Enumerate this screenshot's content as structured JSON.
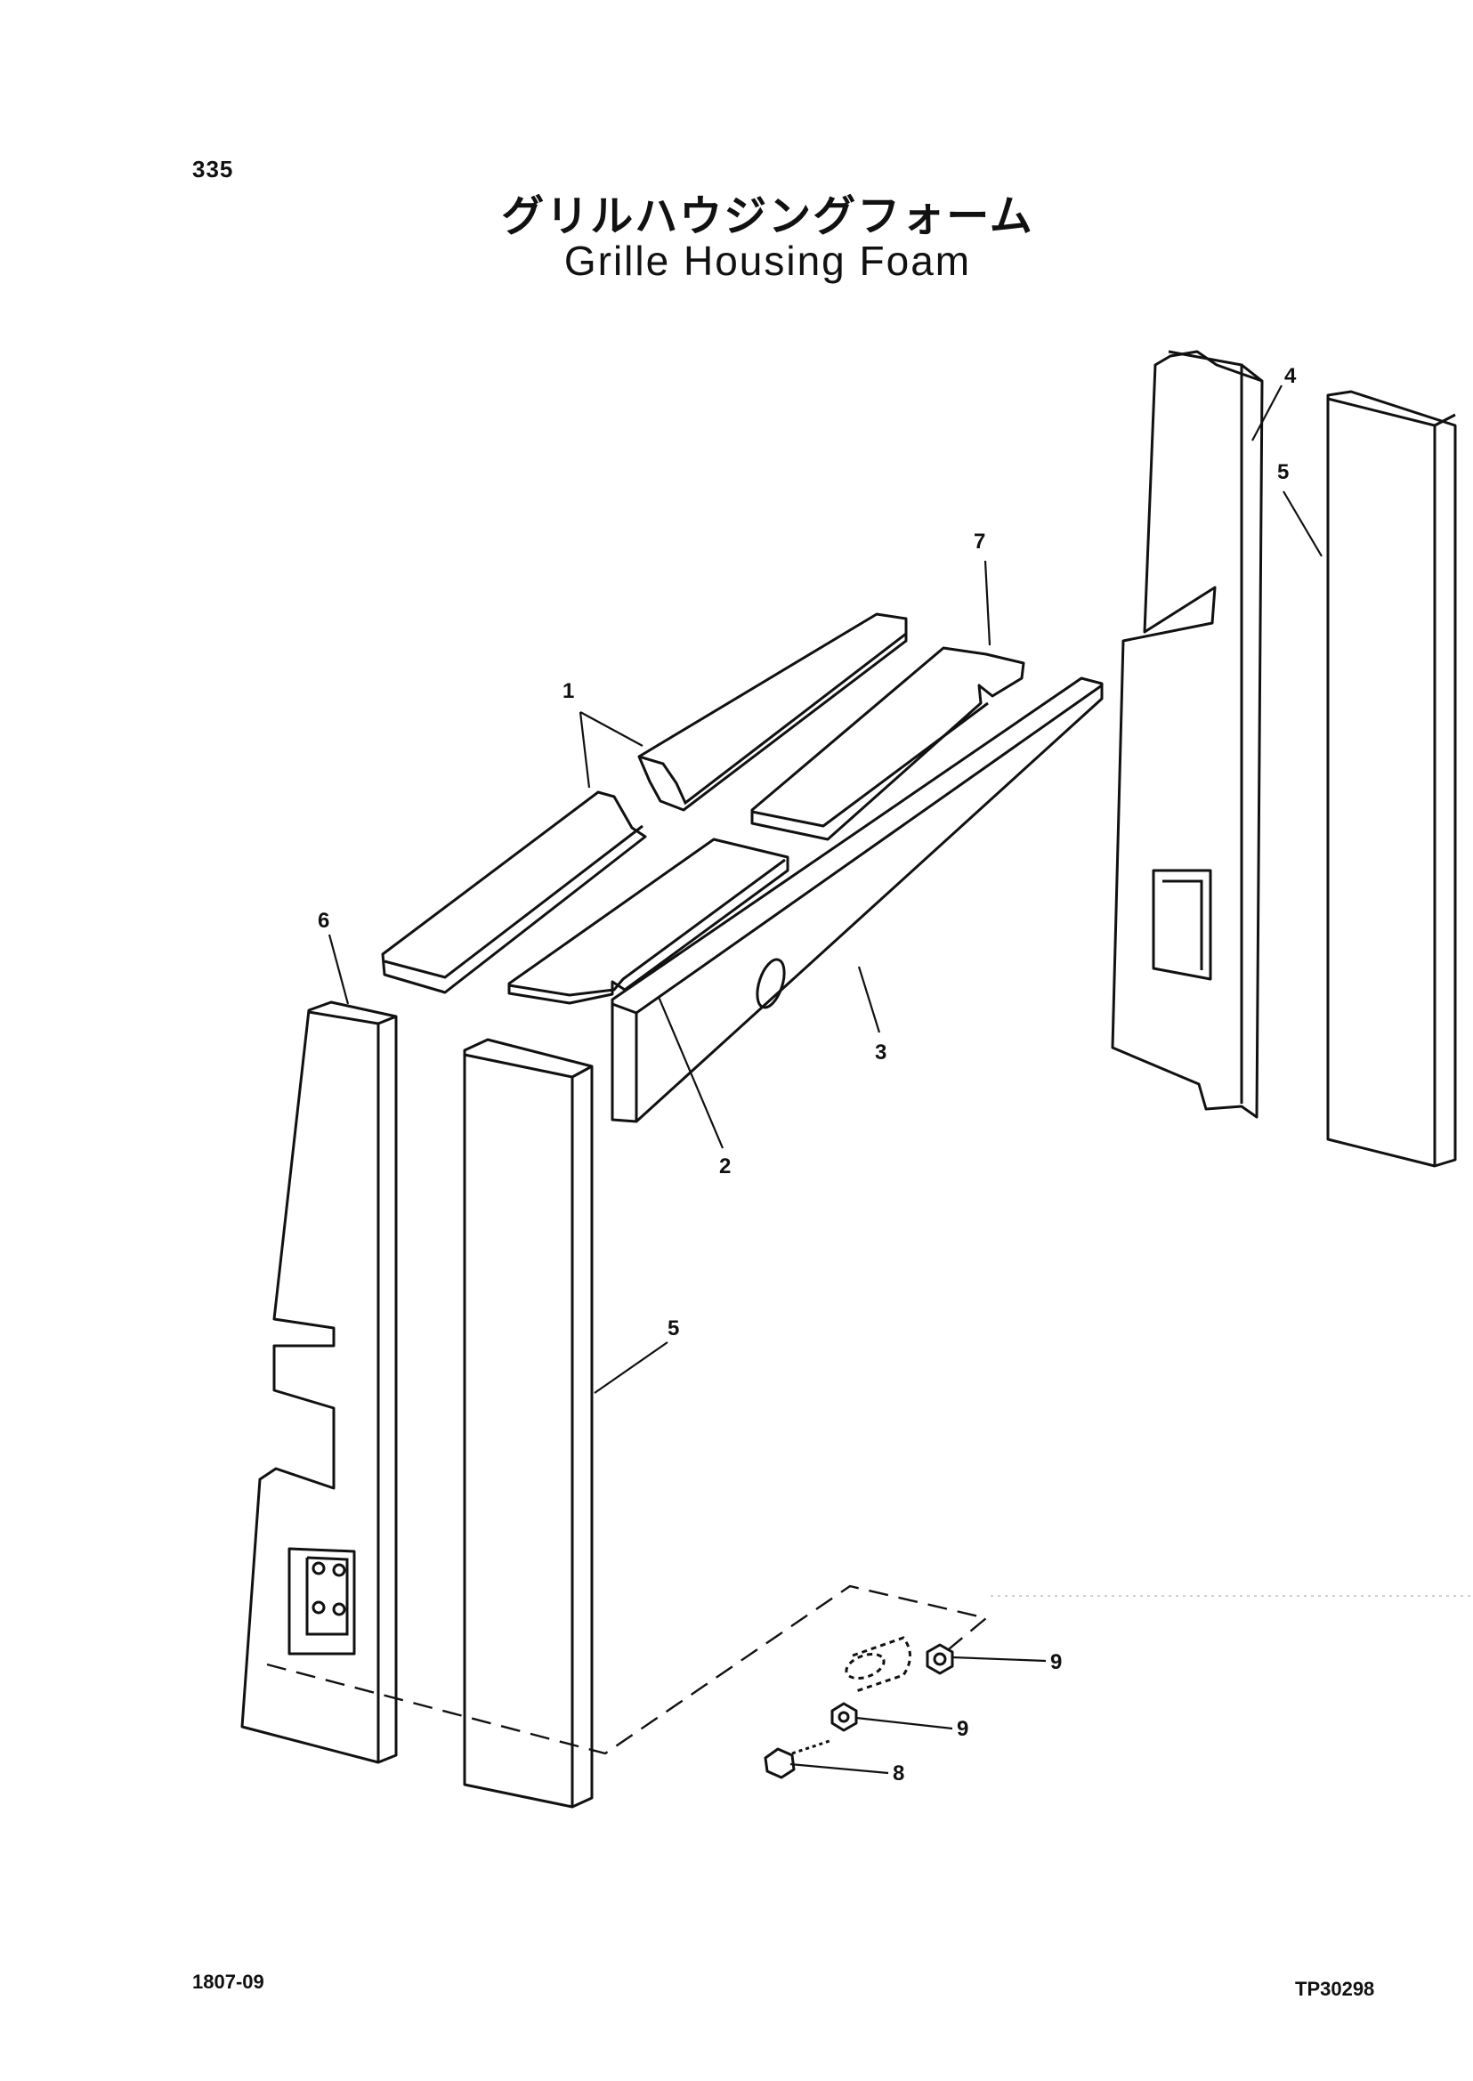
{
  "page": {
    "number": "335",
    "title_jp": "グリルハウジングフォーム",
    "title_en": "Grille Housing Foam",
    "footer_left": "1807-09",
    "footer_right": "TP30298"
  },
  "callouts": {
    "c1": "1",
    "c2": "2",
    "c3": "3",
    "c4": "4",
    "c5_right": "5",
    "c5_left": "5",
    "c6": "6",
    "c7": "7",
    "c8": "8",
    "c9_upper": "9",
    "c9_lower": "9"
  }
}
